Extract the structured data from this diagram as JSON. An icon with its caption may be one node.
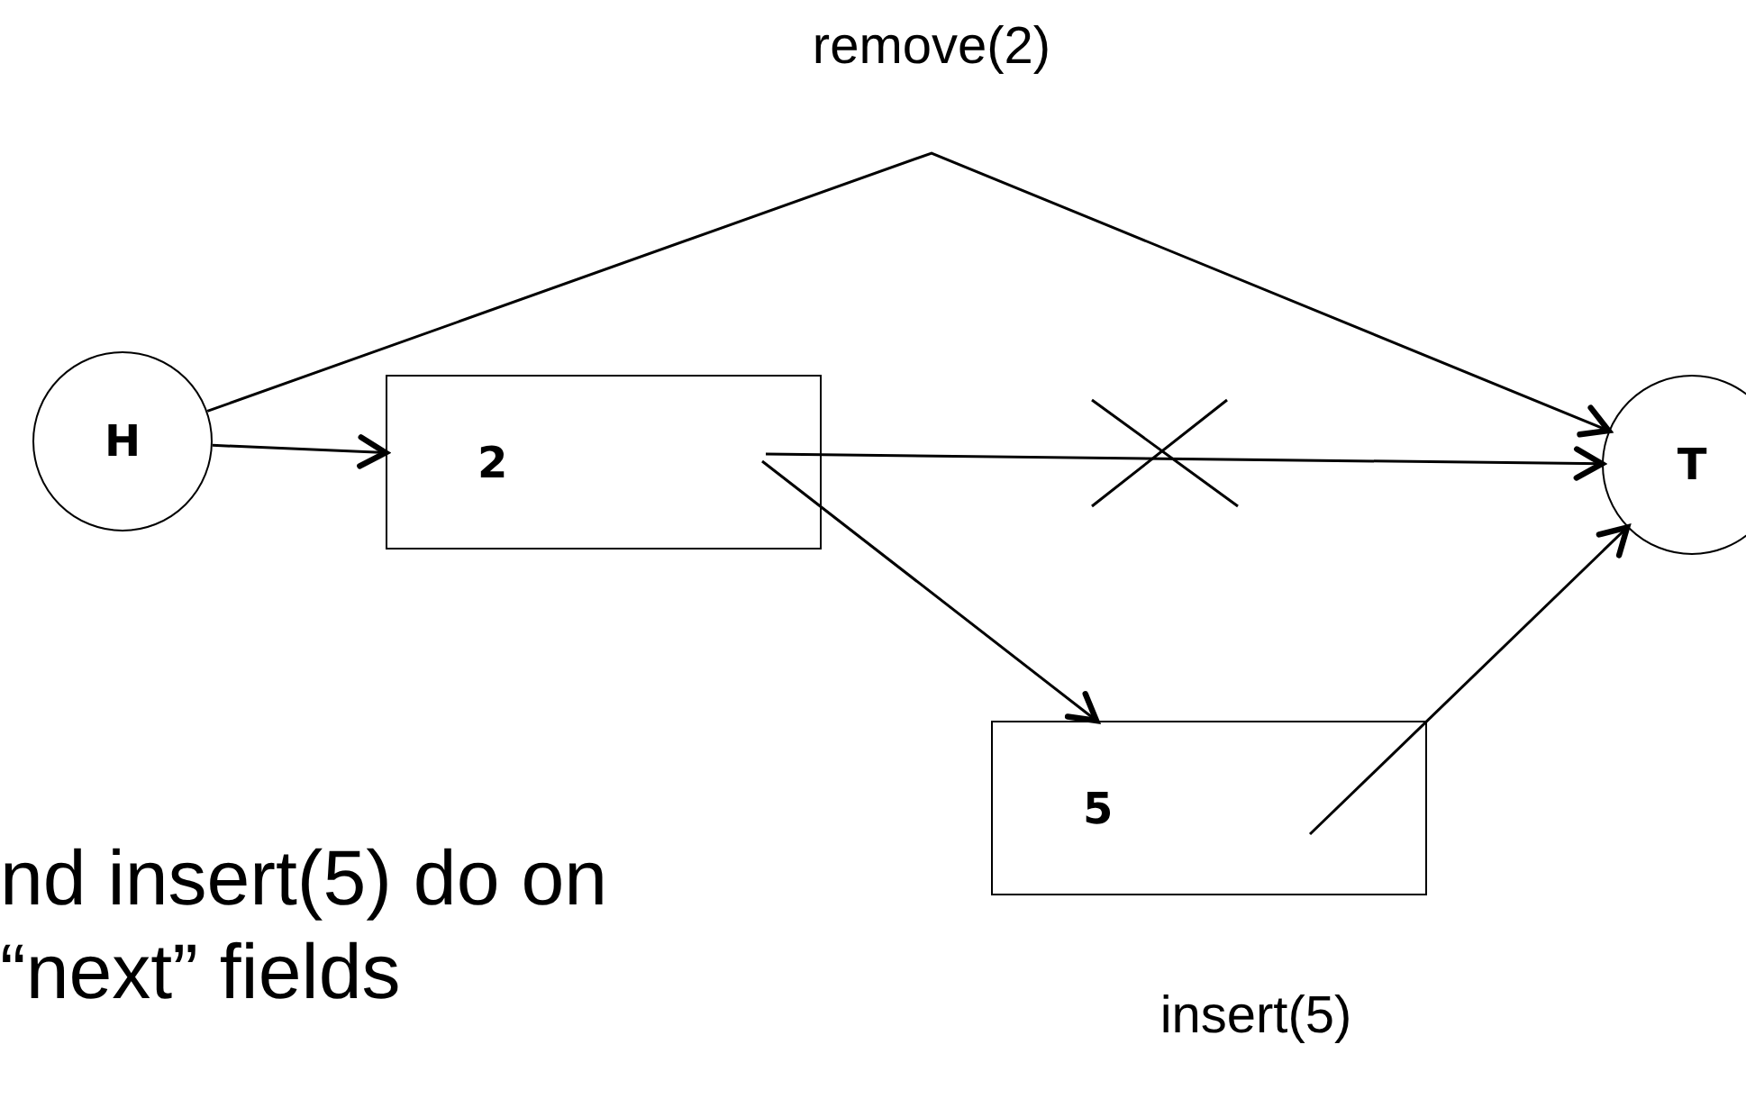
{
  "diagram": {
    "nodes": [
      {
        "text": [
          "H"
        ]
      },
      {
        "text": [
          "2"
        ]
      },
      {
        "text": [
          "T"
        ]
      },
      {
        "text": [
          "5"
        ]
      }
    ],
    "edges": [
      {
        "from": 0,
        "to": 1,
        "arrow": "to"
      },
      {
        "from": 0,
        "to": 2,
        "arrow": "to"
      },
      {
        "from": 1,
        "to": 2,
        "arrow": "to"
      },
      {
        "from": 1,
        "to": 3,
        "arrow": "to"
      },
      {
        "from": 3,
        "to": 2,
        "arrow": "to"
      }
    ],
    "labels": [
      "remove(2)",
      "nd insert(5) do on “next” fields",
      "insert(5)"
    ]
  }
}
